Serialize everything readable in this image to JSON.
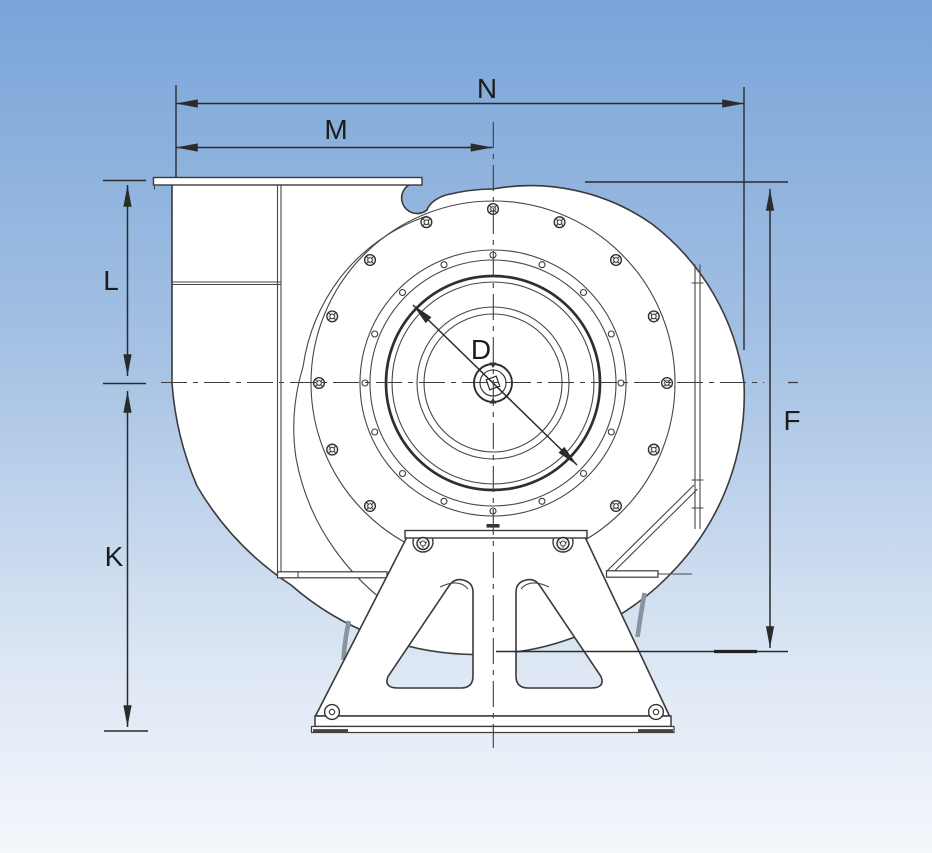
{
  "drawing": {
    "dimension_labels": {
      "n": "N",
      "m": "M",
      "l": "L",
      "k": "K",
      "d": "D",
      "f": "F"
    },
    "colors": {
      "background_top": "#7AA5D8",
      "background_bottom": "#F4F7FB",
      "line": "#2B2B2B",
      "body_fill": "#FFFFFF"
    }
  }
}
